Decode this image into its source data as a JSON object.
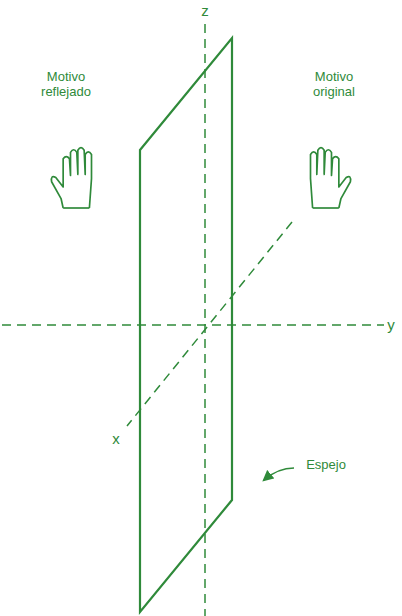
{
  "diagram": {
    "labels": [
      "z",
      "Motivo reflejado",
      "Motivo original",
      "y",
      "x",
      "Espejo"
    ]
  }
}
